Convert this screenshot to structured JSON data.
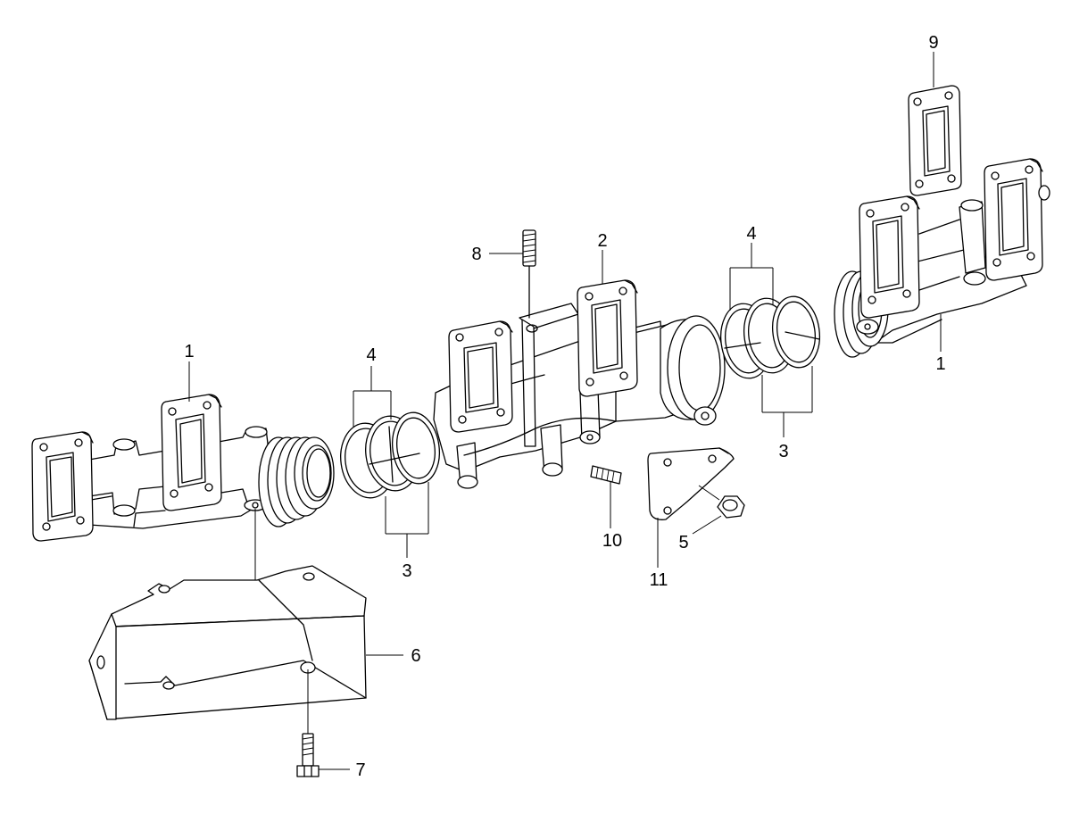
{
  "callouts": [
    {
      "id": "c1a",
      "text": "1"
    },
    {
      "id": "c1b",
      "text": "1"
    },
    {
      "id": "c2",
      "text": "2"
    },
    {
      "id": "c3a",
      "text": "3"
    },
    {
      "id": "c3b",
      "text": "3"
    },
    {
      "id": "c4a",
      "text": "4"
    },
    {
      "id": "c4b",
      "text": "4"
    },
    {
      "id": "c5",
      "text": "5"
    },
    {
      "id": "c6",
      "text": "6"
    },
    {
      "id": "c7",
      "text": "7"
    },
    {
      "id": "c8",
      "text": "8"
    },
    {
      "id": "c9",
      "text": "9"
    },
    {
      "id": "c10",
      "text": "10"
    },
    {
      "id": "c11",
      "text": "11"
    }
  ]
}
